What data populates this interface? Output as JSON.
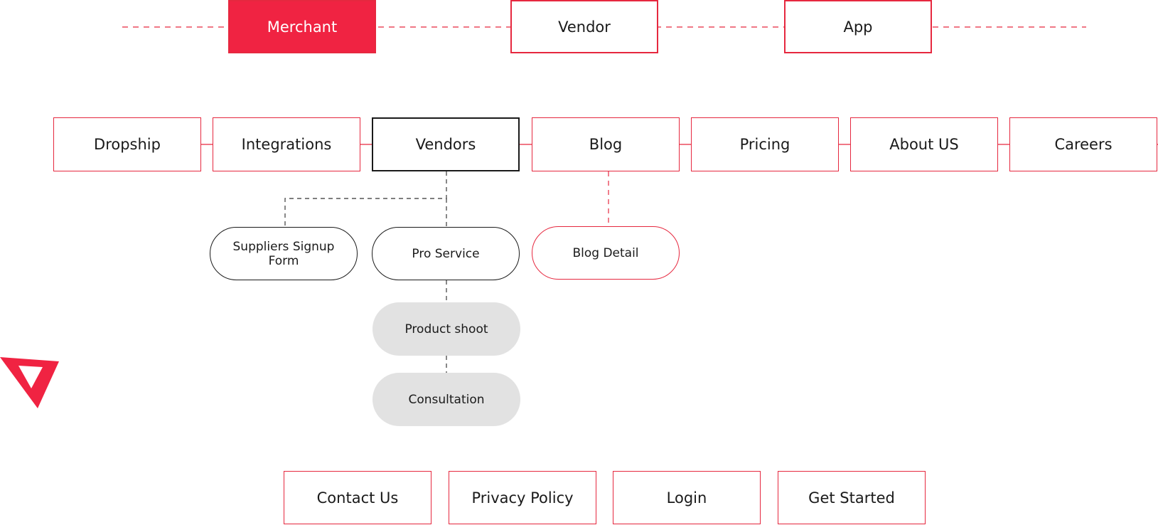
{
  "tabs": [
    {
      "label": "Merchant",
      "active": true
    },
    {
      "label": "Vendor",
      "active": false
    },
    {
      "label": "App",
      "active": false
    }
  ],
  "nav": [
    "Dropship",
    "Integrations",
    "Vendors",
    "Blog",
    "Pricing",
    "About US",
    "Careers"
  ],
  "vendor_children": {
    "suppliers_signup": "Suppliers Signup Form",
    "pro_service": "Pro Service",
    "product_shoot": "Product shoot",
    "consultation": "Consultation"
  },
  "blog_children": {
    "blog_detail": "Blog Detail"
  },
  "footer": [
    "Contact Us",
    "Privacy Policy",
    "Login",
    "Get Started"
  ],
  "colors": {
    "accent": "#e6283f",
    "active_fill": "#f02342",
    "dark": "#1a1a1a",
    "gray_fill": "#e2e2e2",
    "dashed_gray": "#555555"
  },
  "icons": {
    "logo": "red-triangle-logo-icon"
  }
}
